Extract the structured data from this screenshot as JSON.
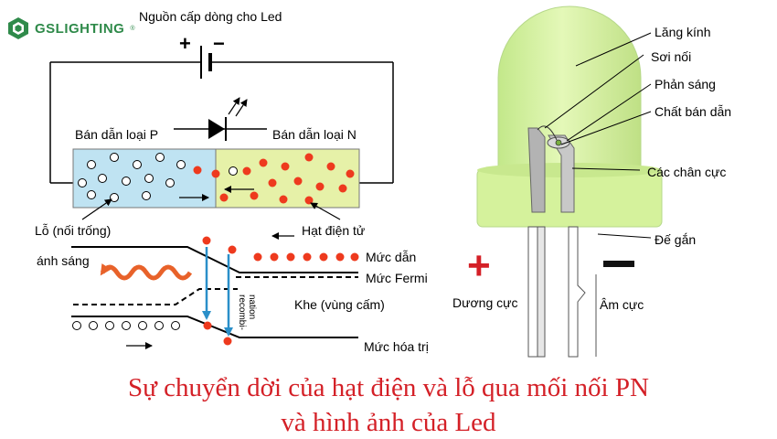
{
  "logo": {
    "text": "GSLIGHTING",
    "mark": "®",
    "color": "#2f8a4a"
  },
  "circuit": {
    "source_label": "Nguồn cấp dòng cho Led",
    "plus": "+",
    "minus": "−",
    "p_label": "Bán dẫn loại P",
    "n_label": "Bán dẫn loại N",
    "hole_label": "Lỗ (nối trống)",
    "electron_label": "Hạt điện tử",
    "p_color": "#bfe3f2",
    "n_color": "#e6f1a8",
    "electron_color": "#ee3a1e"
  },
  "band": {
    "light_label": "ánh sáng",
    "conduction_label": "Mức dẫn",
    "fermi_label": "Mức Fermi",
    "gap_label": "Khe (vùng cấm)",
    "valence_label": "Mức hóa trị",
    "recombination_label": "recombi-\nnation",
    "recombination_l1": "recombi-",
    "recombination_l2": "nation",
    "wave_color": "#e8622a",
    "arrow_color": "#2a8fc9"
  },
  "led": {
    "lens_label": "Lăng kính",
    "wire_label": "Sơi nối",
    "reflector_label": "Phản sáng",
    "chip_label": "Chất bán dẫn",
    "leads_label": "Các chân cực",
    "base_label": "Đế gắn",
    "anode_sign": "+",
    "cathode_sign": "−",
    "anode_label": "Dương cực",
    "cathode_label": "Âm cực",
    "body_color": "#d5f29c",
    "sign_color": "#d42027"
  },
  "caption": {
    "line1": "Sự chuyển dời của hạt điện và lỗ qua mối nối PN",
    "line2": "và hình ảnh của Led",
    "color": "#d42027"
  }
}
